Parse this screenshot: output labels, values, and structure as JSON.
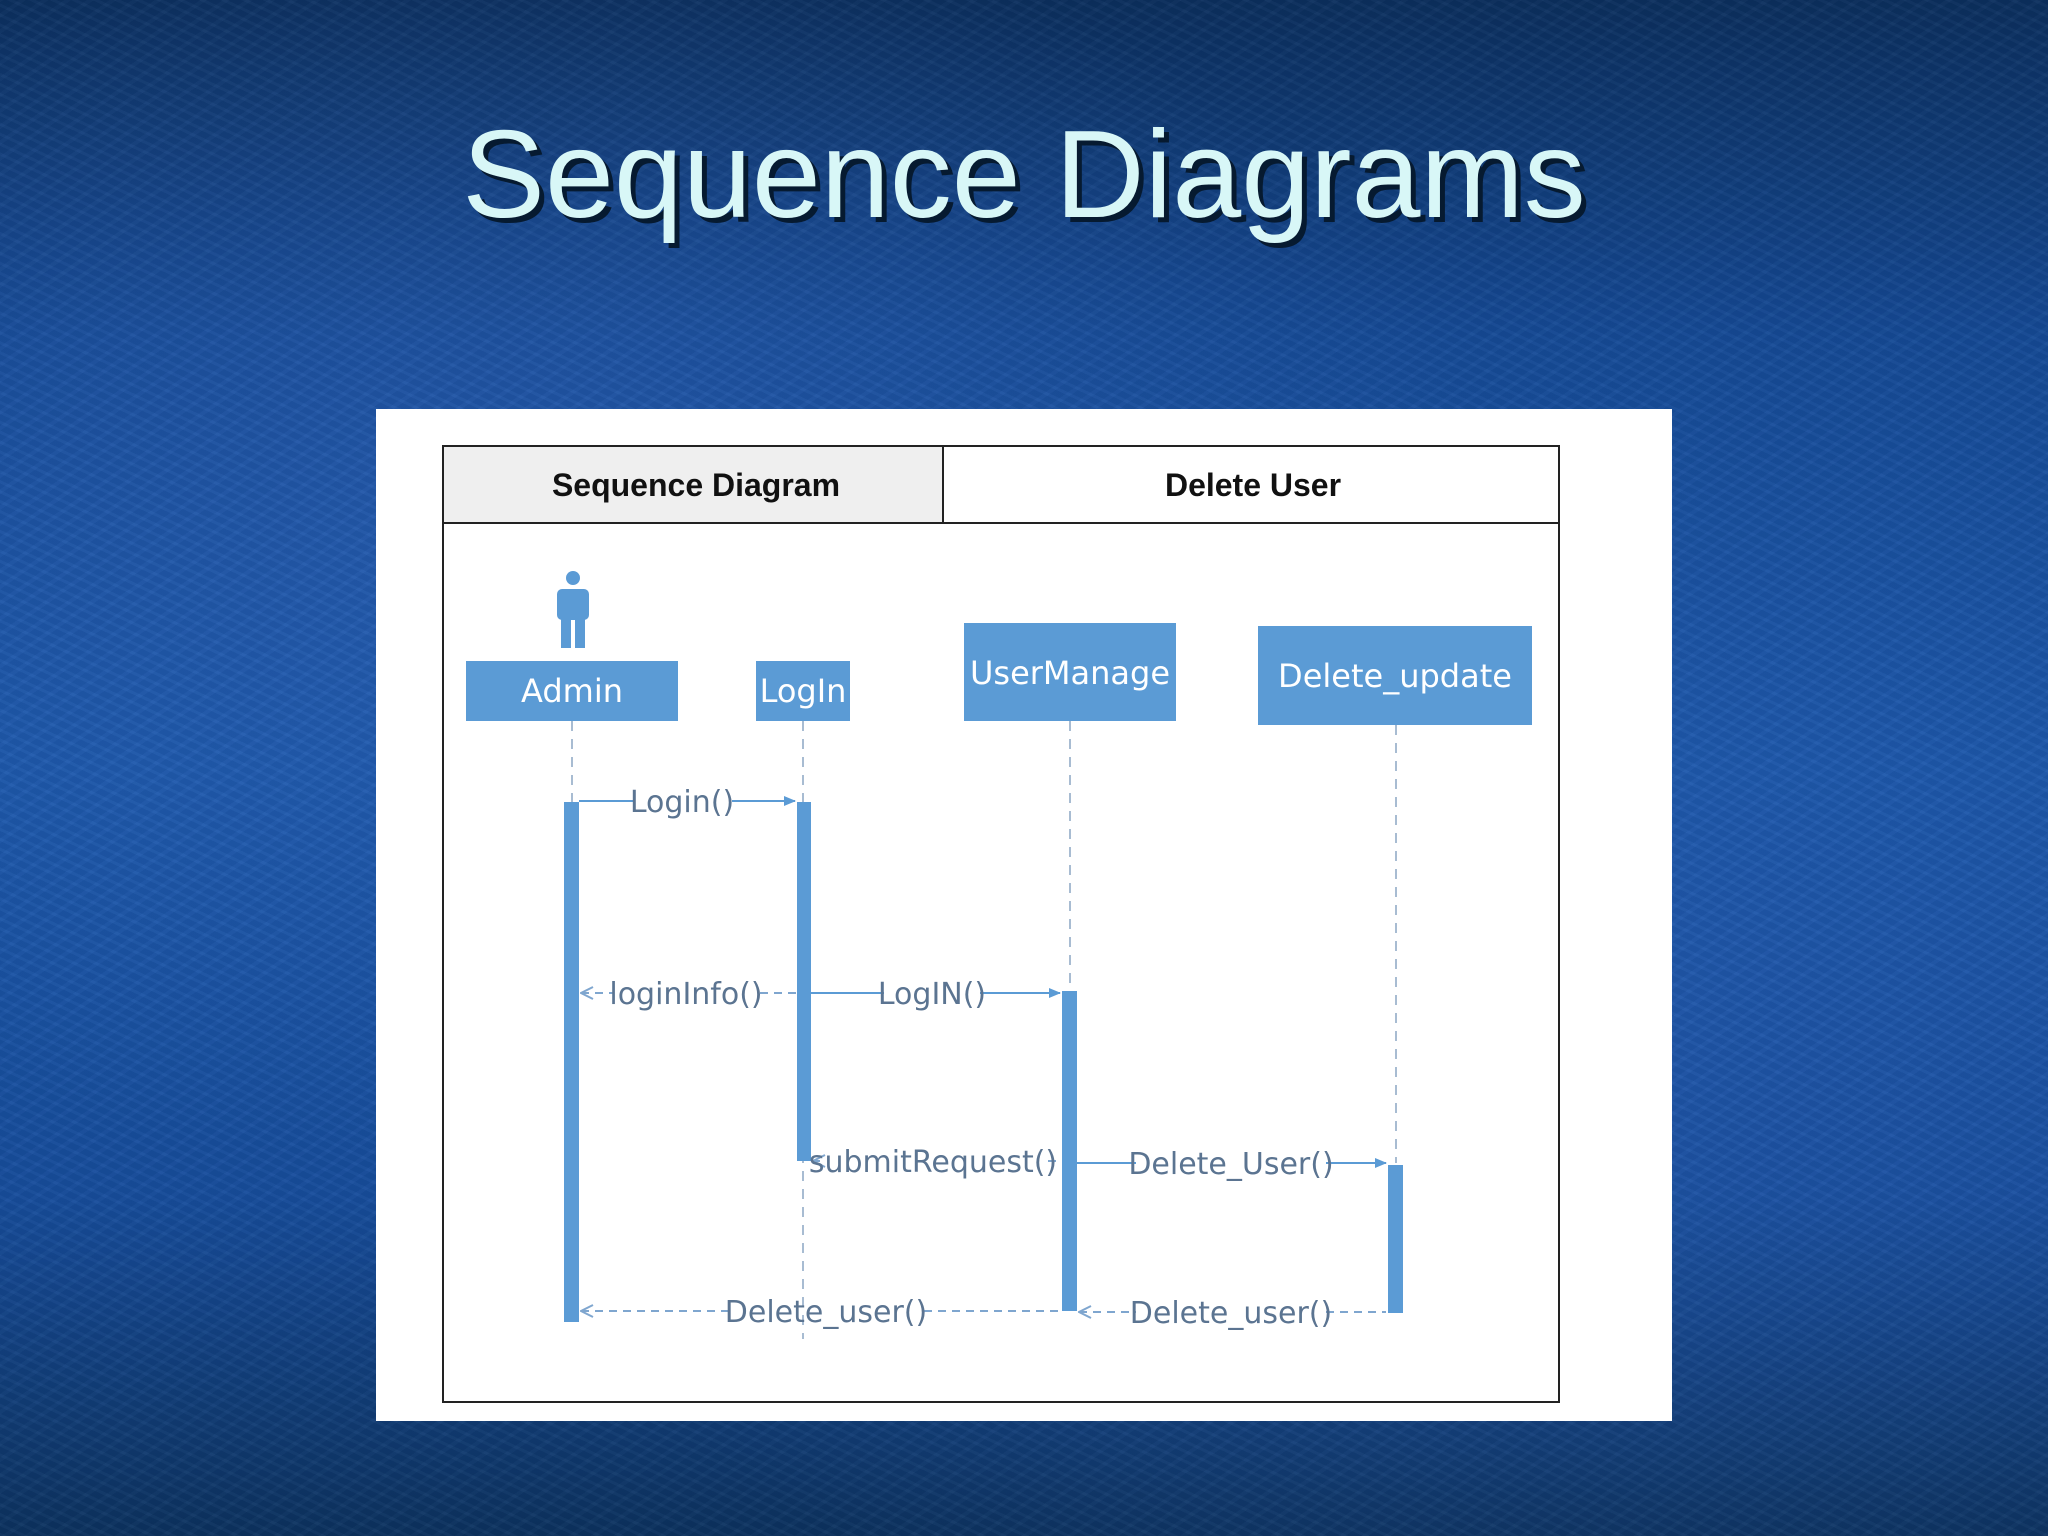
{
  "slide": {
    "title": "Sequence Diagrams"
  },
  "diagram": {
    "header_left": "Sequence Diagram",
    "header_right": "Delete User",
    "colors": {
      "lifeline_box": "#5b9bd5",
      "activation": "#5b9bd5",
      "message_text": "#5b7491",
      "header_left_bg": "#efefef"
    },
    "actor_icon": "person-icon",
    "participants": {
      "admin": "Admin",
      "login": "LogIn",
      "usermanage": "UserManage",
      "delete_update": "Delete_update"
    },
    "messages": {
      "m1": "Login()",
      "m2": "loginInfo()",
      "m3": "LogIN()",
      "m4": "submitRequest()",
      "m5": "Delete_User()",
      "m6": "Delete_user()",
      "m7": "Delete_user()"
    }
  }
}
